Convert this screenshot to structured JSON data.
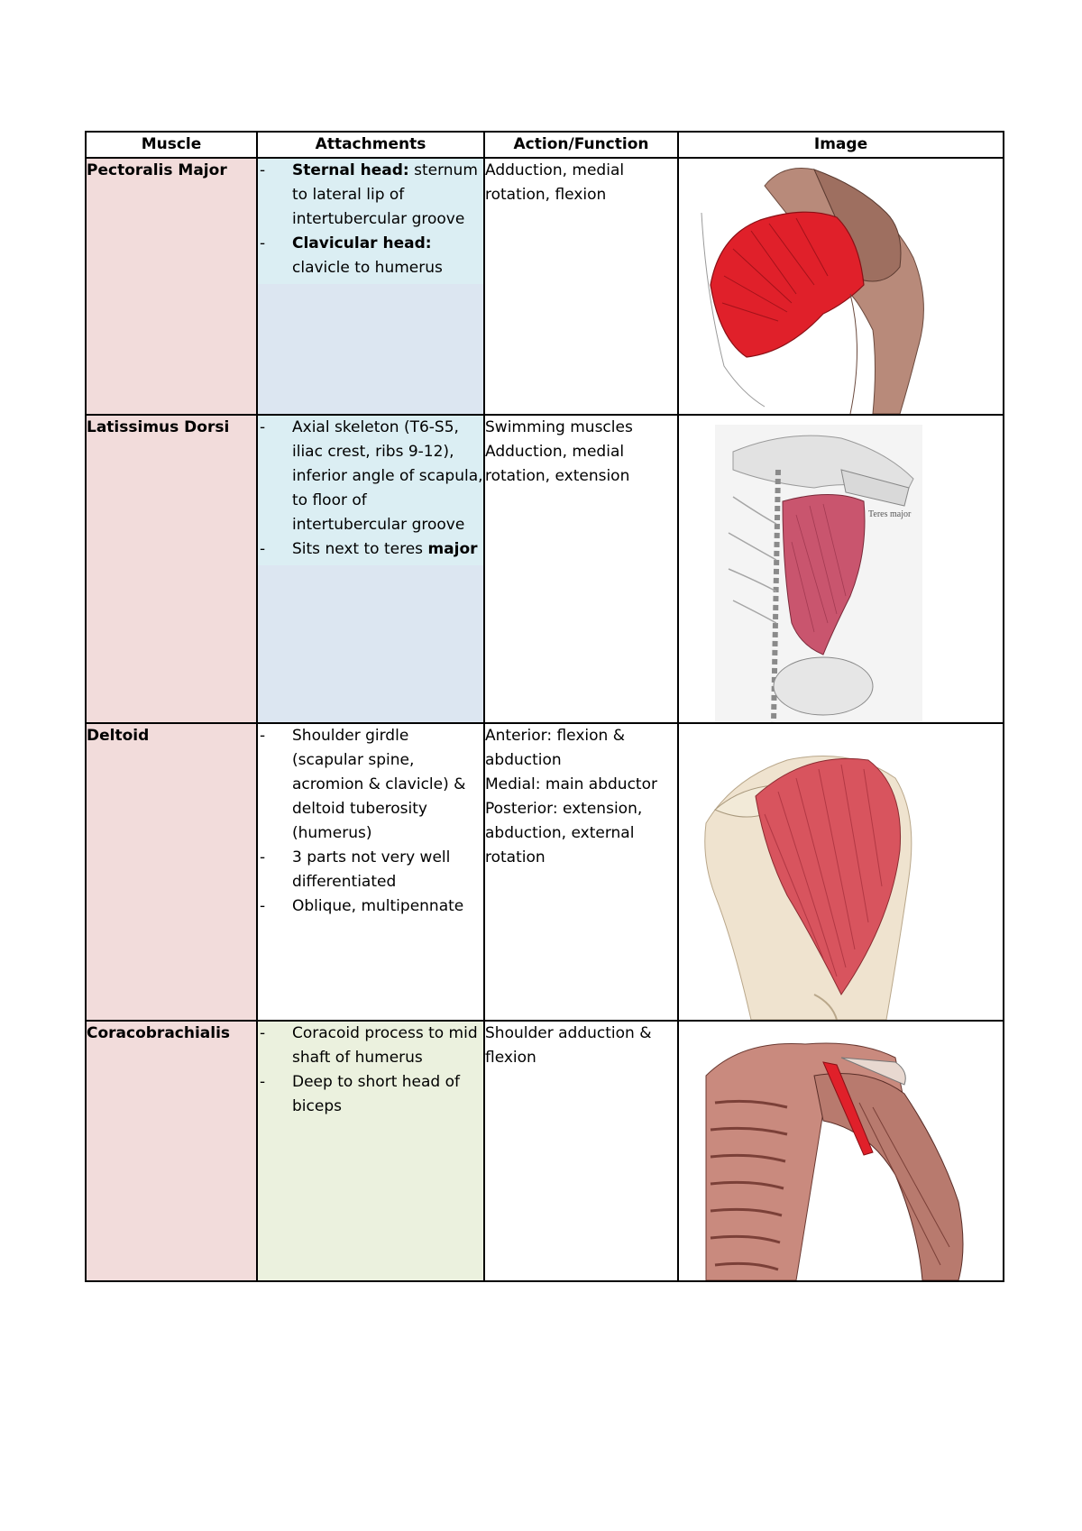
{
  "table": {
    "headers": [
      "Muscle",
      "Attachments",
      "Action/Function",
      "Image"
    ],
    "rows": [
      {
        "muscle": "Pectoralis Major",
        "attachments": [
          {
            "bold": "Sternal head:",
            "text": "sternum to lateral lip of intertubercular groove"
          },
          {
            "bold": "Clavicular head:",
            "text": "clavicle to humerus"
          }
        ],
        "actions": [
          "Adduction, medial rotation, flexion"
        ],
        "image_icon": "pectoralis-major-illustration"
      },
      {
        "muscle": "Latissimus Dorsi",
        "attachments": [
          {
            "bold": "",
            "text": "Axial skeleton (T6-S5, iliac crest, ribs 9-12), inferior angle of scapula, to floor of intertubercular groove"
          },
          {
            "bold": "",
            "text": "Sits next to teres",
            "bold_tail": "major"
          }
        ],
        "actions": [
          "Swimming muscles",
          "Adduction, medial rotation, extension"
        ],
        "image_label": "Teres major",
        "image_icon": "latissimus-dorsi-illustration"
      },
      {
        "muscle": "Deltoid",
        "attachments": [
          {
            "text": "Shoulder girdle (scapular spine, acromion & clavicle) & deltoid tuberosity (humerus)"
          },
          {
            "text": "3 parts not very well differentiated"
          },
          {
            "text": "Oblique, multipennate"
          }
        ],
        "actions": [
          "Anterior: flexion & abduction",
          "Medial: main abductor",
          "Posterior: extension, abduction, external rotation"
        ],
        "image_icon": "deltoid-illustration"
      },
      {
        "muscle": "Coracobrachialis",
        "attachments": [
          {
            "text": "Coracoid process to mid shaft of humerus"
          },
          {
            "text": "Deep to short head of biceps"
          }
        ],
        "actions": [
          "Shoulder adduction & flexion"
        ],
        "image_icon": "coracobrachialis-illustration"
      }
    ]
  },
  "colors": {
    "muscle_cell": "#f2dcdb",
    "attach_blue": "#dce6f1",
    "attach_green": "#ebf1de",
    "muscle_red": "#e0202a"
  }
}
